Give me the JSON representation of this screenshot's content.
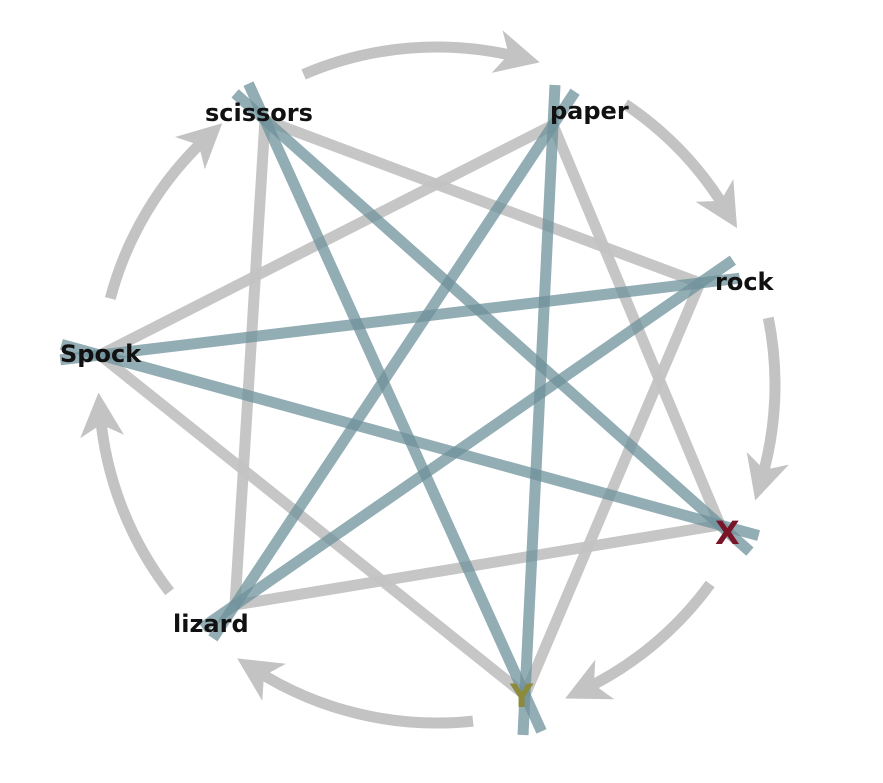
{
  "nodes": [
    {
      "id": "scissors",
      "label": "scissors",
      "kind": "text"
    },
    {
      "id": "paper",
      "label": "paper",
      "kind": "text"
    },
    {
      "id": "rock",
      "label": "rock",
      "kind": "text"
    },
    {
      "id": "x",
      "label": "X",
      "kind": "letter",
      "color": "#7a1428"
    },
    {
      "id": "y",
      "label": "Y",
      "kind": "letter",
      "color": "#8c8a3c"
    },
    {
      "id": "lizard",
      "label": "lizard",
      "kind": "text"
    },
    {
      "id": "spock",
      "label": "Spock",
      "kind": "text"
    }
  ],
  "cycle_order": [
    "scissors",
    "paper",
    "rock",
    "x",
    "y",
    "lizard",
    "spock"
  ],
  "cycle_arrows": [
    {
      "from": "scissors",
      "to": "paper"
    },
    {
      "from": "paper",
      "to": "rock"
    },
    {
      "from": "rock",
      "to": "x"
    },
    {
      "from": "x",
      "to": "y"
    },
    {
      "from": "y",
      "to": "lizard"
    },
    {
      "from": "lizard",
      "to": "spock"
    },
    {
      "from": "spock",
      "to": "scissors"
    }
  ],
  "gray_links": [
    {
      "from": "scissors",
      "to": "rock"
    },
    {
      "from": "scissors",
      "to": "lizard"
    },
    {
      "from": "paper",
      "to": "spock"
    },
    {
      "from": "paper",
      "to": "x"
    },
    {
      "from": "rock",
      "to": "y"
    },
    {
      "from": "x",
      "to": "lizard"
    },
    {
      "from": "y",
      "to": "spock"
    }
  ],
  "blue_links": [
    {
      "from": "scissors",
      "to": "x"
    },
    {
      "from": "scissors",
      "to": "y"
    },
    {
      "from": "paper",
      "to": "y"
    },
    {
      "from": "paper",
      "to": "lizard"
    },
    {
      "from": "rock",
      "to": "lizard"
    },
    {
      "from": "rock",
      "to": "spock"
    },
    {
      "from": "x",
      "to": "spock"
    }
  ],
  "colors": {
    "gray": "#c3c3c3",
    "blue": "#6f919b",
    "label": "#111111"
  }
}
